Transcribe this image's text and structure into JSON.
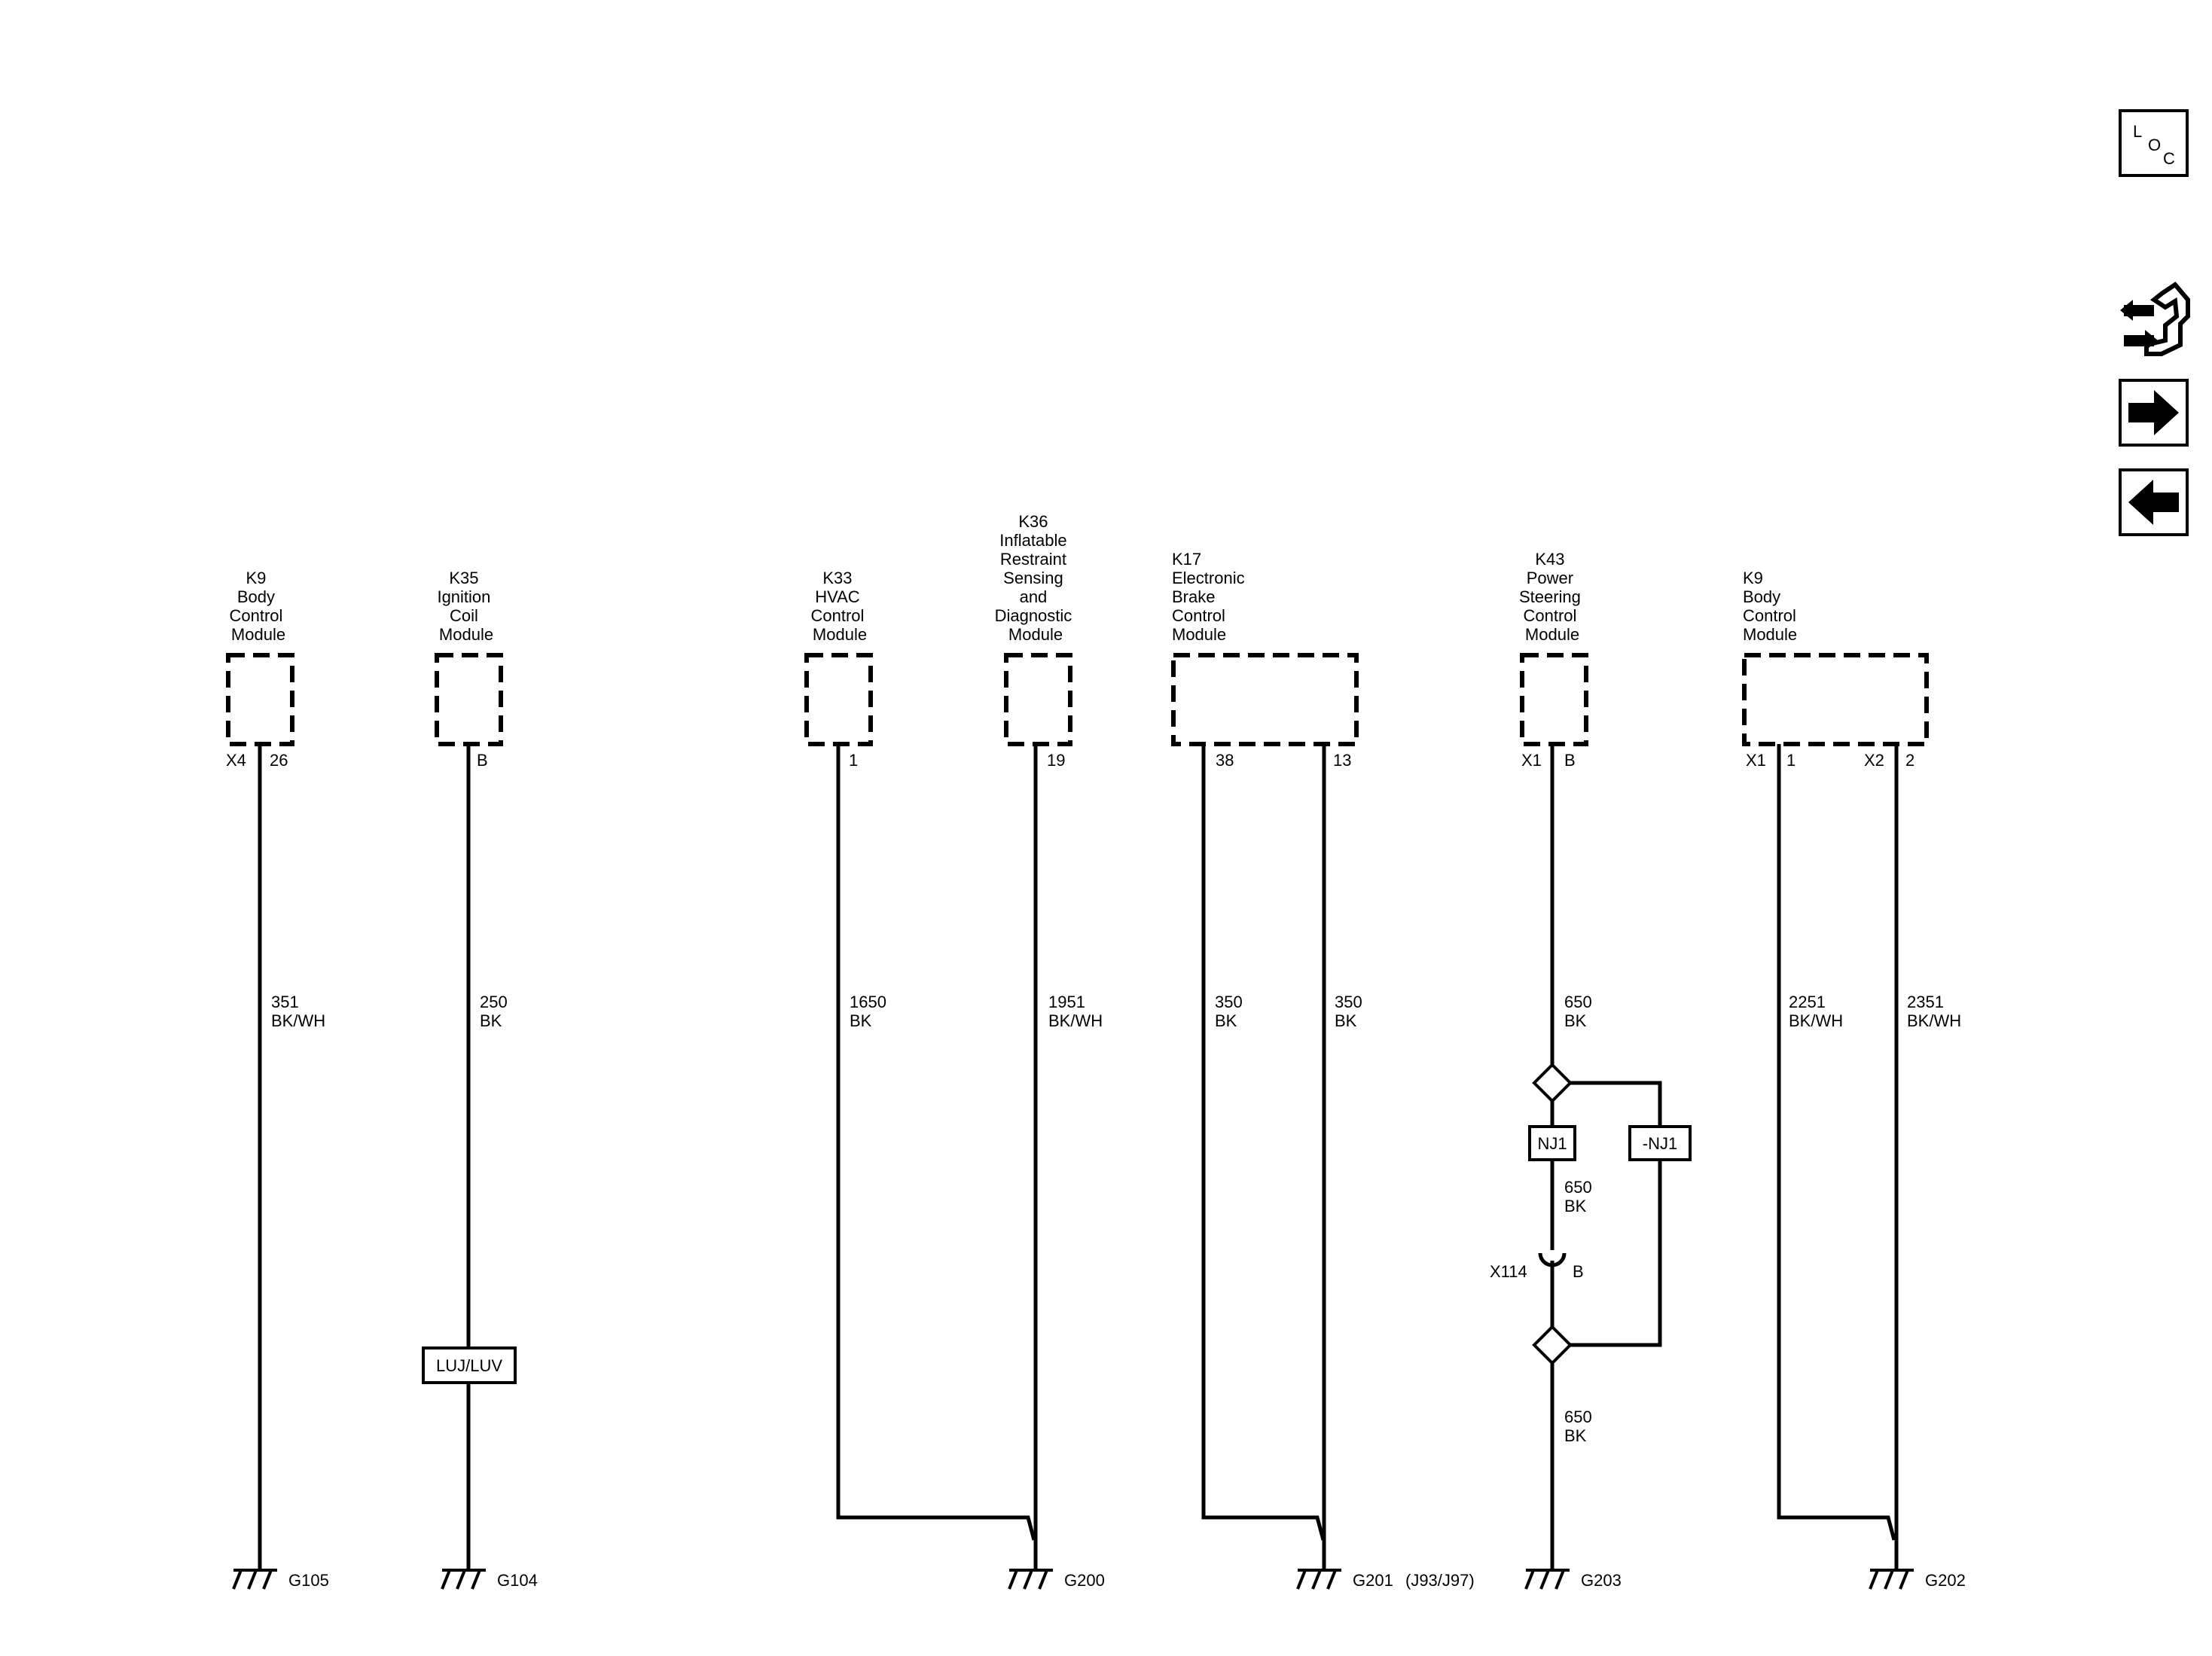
{
  "modules": {
    "k9a": [
      "K9",
      "Body",
      "Control",
      "Module"
    ],
    "k35": [
      "K35",
      "Ignition",
      "Coil",
      "Module"
    ],
    "k33": [
      "K33",
      "HVAC",
      "Control",
      "Module"
    ],
    "k36": [
      "K36",
      "Inflatable",
      "Restraint",
      "Sensing",
      "and",
      "Diagnostic",
      "Module"
    ],
    "k17": [
      "K17",
      "Electronic",
      "Brake",
      "Control",
      "Module"
    ],
    "k43": [
      "K43",
      "Power",
      "Steering",
      "Control",
      "Module"
    ],
    "k9b": [
      "K9",
      "Body",
      "Control",
      "Module"
    ]
  },
  "pins": {
    "k9a_conn": "X4",
    "k9a_pin": "26",
    "k35_pin": "B",
    "k33_pin": "1",
    "k36_pin": "19",
    "k17_pin1": "38",
    "k17_pin2": "13",
    "k43_conn": "X1",
    "k43_pin": "B",
    "k9b_conn1": "X1",
    "k9b_pin1": "1",
    "k9b_conn2": "X2",
    "k9b_pin2": "2"
  },
  "wires": {
    "w351": [
      "351",
      "BK/WH"
    ],
    "w250": [
      "250",
      "BK"
    ],
    "w1650": [
      "1650",
      "BK"
    ],
    "w1951": [
      "1951",
      "BK/WH"
    ],
    "w350a": [
      "350",
      "BK"
    ],
    "w350b": [
      "350",
      "BK"
    ],
    "w650a": [
      "650",
      "BK"
    ],
    "w650b": [
      "650",
      "BK"
    ],
    "w650c": [
      "650",
      "BK"
    ],
    "w2251": [
      "2251",
      "BK/WH"
    ],
    "w2351": [
      "2351",
      "BK/WH"
    ]
  },
  "options": {
    "luj": "LUJ/LUV",
    "nj1": "NJ1",
    "not_nj1": "-NJ1"
  },
  "connector_x114": {
    "name": "X114",
    "pin": "B"
  },
  "grounds": {
    "g105": "G105",
    "g104": "G104",
    "g200": "G200",
    "g201": "G201",
    "g201_note": "(J93/J97)",
    "g203": "G203",
    "g202": "G202"
  },
  "nav": {
    "loc_l": "L",
    "loc_o": "O",
    "loc_c": "C"
  },
  "icons": {
    "loc": "location-icon",
    "connector": "connector-end-view-icon",
    "next": "arrow-right-icon",
    "prev": "arrow-left-icon"
  }
}
